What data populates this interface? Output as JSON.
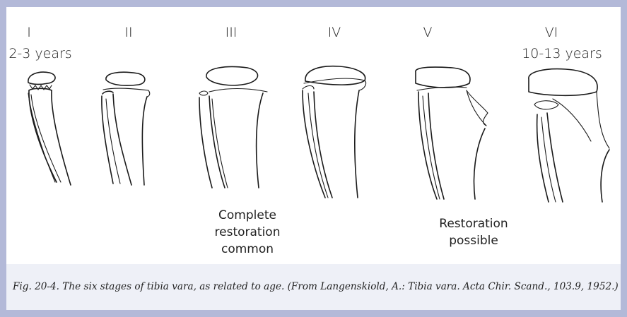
{
  "stages": [
    {
      "numeral": "I",
      "age": "2-3 years"
    },
    {
      "numeral": "II"
    },
    {
      "numeral": "III"
    },
    {
      "numeral": "IV"
    },
    {
      "numeral": "V"
    },
    {
      "numeral": "VI",
      "age": "10-13 years"
    }
  ],
  "notes": {
    "complete": [
      "Complete",
      "restoration",
      "common"
    ],
    "possible": [
      "Restoration",
      "possible"
    ]
  },
  "caption": "Fig. 20-4. The six stages of tibia vara, as related to age. (From Langenskiold, A.: Tibia vara. Acta Chir. Scand., 103.9, 1952.)"
}
